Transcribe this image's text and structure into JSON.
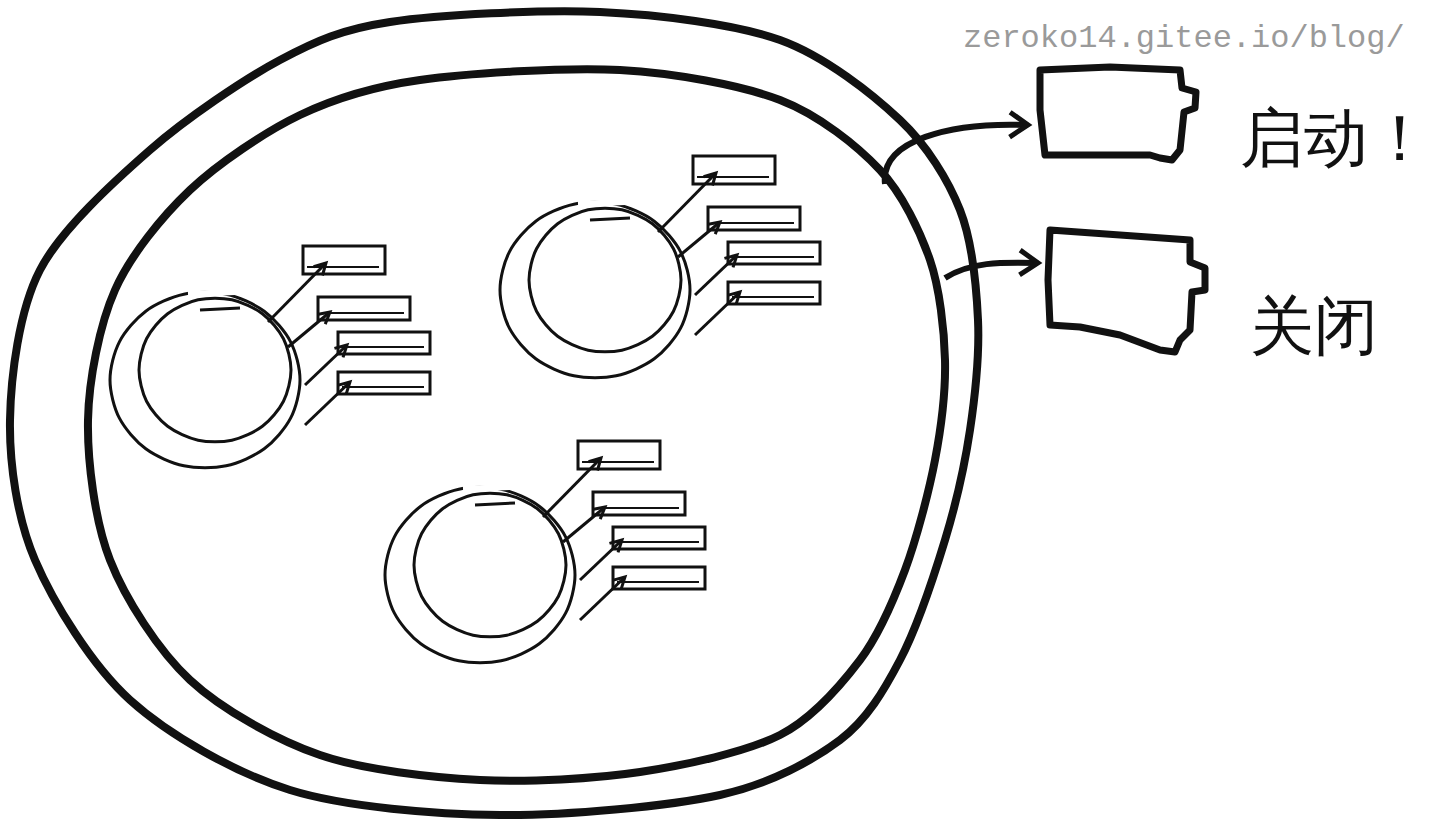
{
  "diagram": {
    "nodes": [
      {
        "text": [
          "启动！"
        ]
      },
      {
        "text": [
          "关闭"
        ]
      }
    ],
    "labels": [
      "zeroko14.gitee.io/blog/"
    ]
  }
}
